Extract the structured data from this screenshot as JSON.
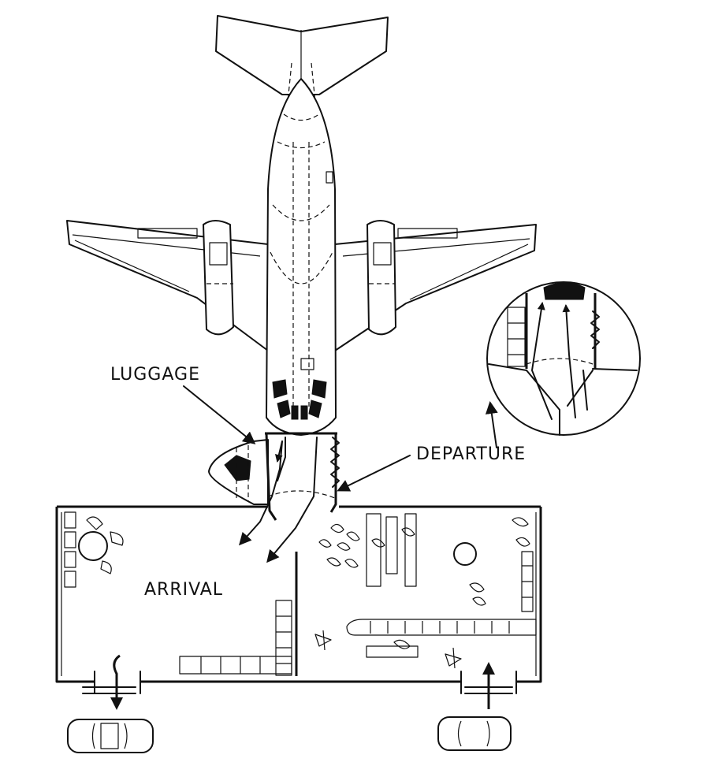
{
  "labels": {
    "luggage": "LUGGAGE",
    "departure": "DEPARTURE",
    "arrival": "ARRIVAL"
  },
  "colors": {
    "ink": "#111111",
    "paper": "#ffffff"
  }
}
